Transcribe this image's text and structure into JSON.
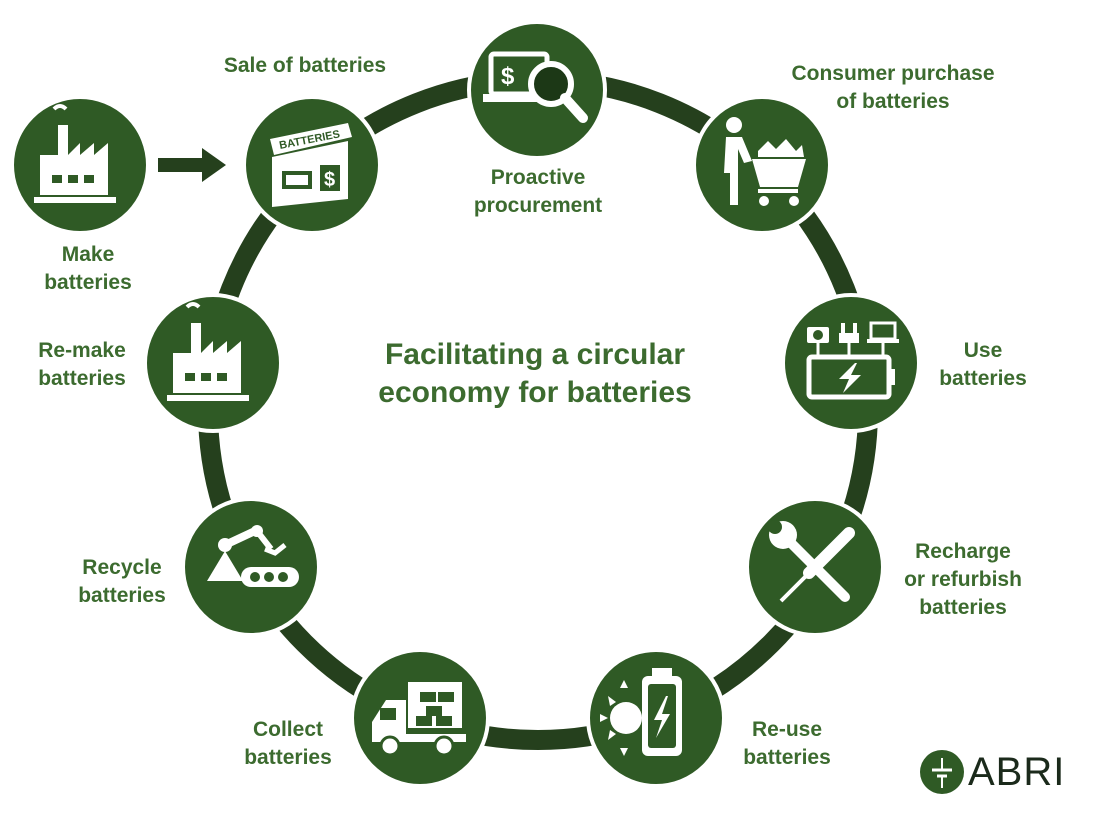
{
  "title": {
    "line1": "Facilitating a circular",
    "line2": "economy for batteries"
  },
  "colors": {
    "ring": "#25401d",
    "node": "#2f5a25",
    "node_dark": "#1c3816",
    "text": "#3c6b2f",
    "icon": "#ffffff"
  },
  "nodes": [
    {
      "id": "make",
      "label": [
        "Make",
        "batteries"
      ],
      "icon": "factory-icon"
    },
    {
      "id": "sale",
      "label": [
        "Sale of batteries"
      ],
      "icon": "battery-store-icon",
      "sign_text": "BATTERIES"
    },
    {
      "id": "procurement",
      "label": [
        "Proactive",
        "procurement"
      ],
      "icon": "laptop-magnifier-icon"
    },
    {
      "id": "consumer",
      "label": [
        "Consumer purchase",
        "of batteries"
      ],
      "icon": "shopping-cart-icon"
    },
    {
      "id": "use",
      "label": [
        "Use",
        "batteries"
      ],
      "icon": "devices-battery-icon"
    },
    {
      "id": "recharge",
      "label": [
        "Recharge",
        "or refurbish",
        "batteries"
      ],
      "icon": "wrench-screwdriver-icon"
    },
    {
      "id": "reuse",
      "label": [
        "Re-use",
        "batteries"
      ],
      "icon": "solar-battery-icon"
    },
    {
      "id": "collect",
      "label": [
        "Collect",
        "batteries"
      ],
      "icon": "delivery-truck-icon"
    },
    {
      "id": "recycle",
      "label": [
        "Recycle",
        "batteries"
      ],
      "icon": "robot-arm-conveyor-icon"
    },
    {
      "id": "remake",
      "label": [
        "Re-make",
        "batteries"
      ],
      "icon": "factory-icon"
    }
  ],
  "logo": {
    "text": "ABRI",
    "icon": "battery-symbol-logo-icon"
  }
}
